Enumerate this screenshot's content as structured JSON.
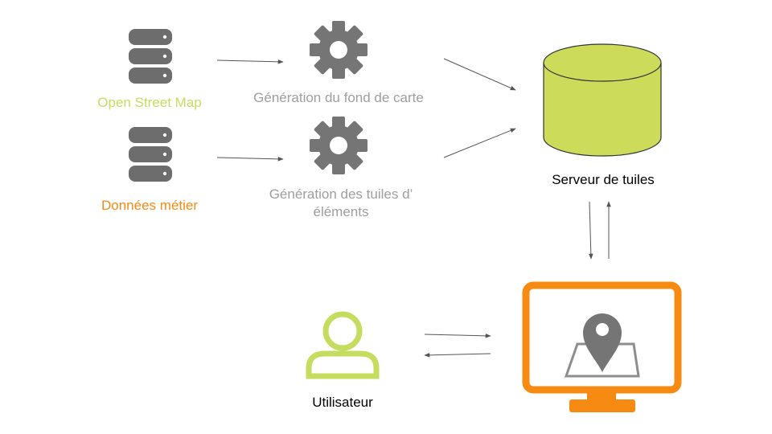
{
  "sources": {
    "osm_label": "Open Street Map",
    "business_label": "Données métier"
  },
  "processes": {
    "basemap_label": "Génération du fond de carte",
    "tiles_label": "Génération des tuiles d’ éléments"
  },
  "server": {
    "label": "Serveur de tuiles"
  },
  "user": {
    "label": "Utilisateur"
  },
  "colors": {
    "green": "#c5dd5e",
    "cylinder_fill": "#cddb5b",
    "orange": "#f78a13",
    "gray_icon": "#757575",
    "gray_text": "#9e9e9e",
    "arrow": "#555555"
  }
}
